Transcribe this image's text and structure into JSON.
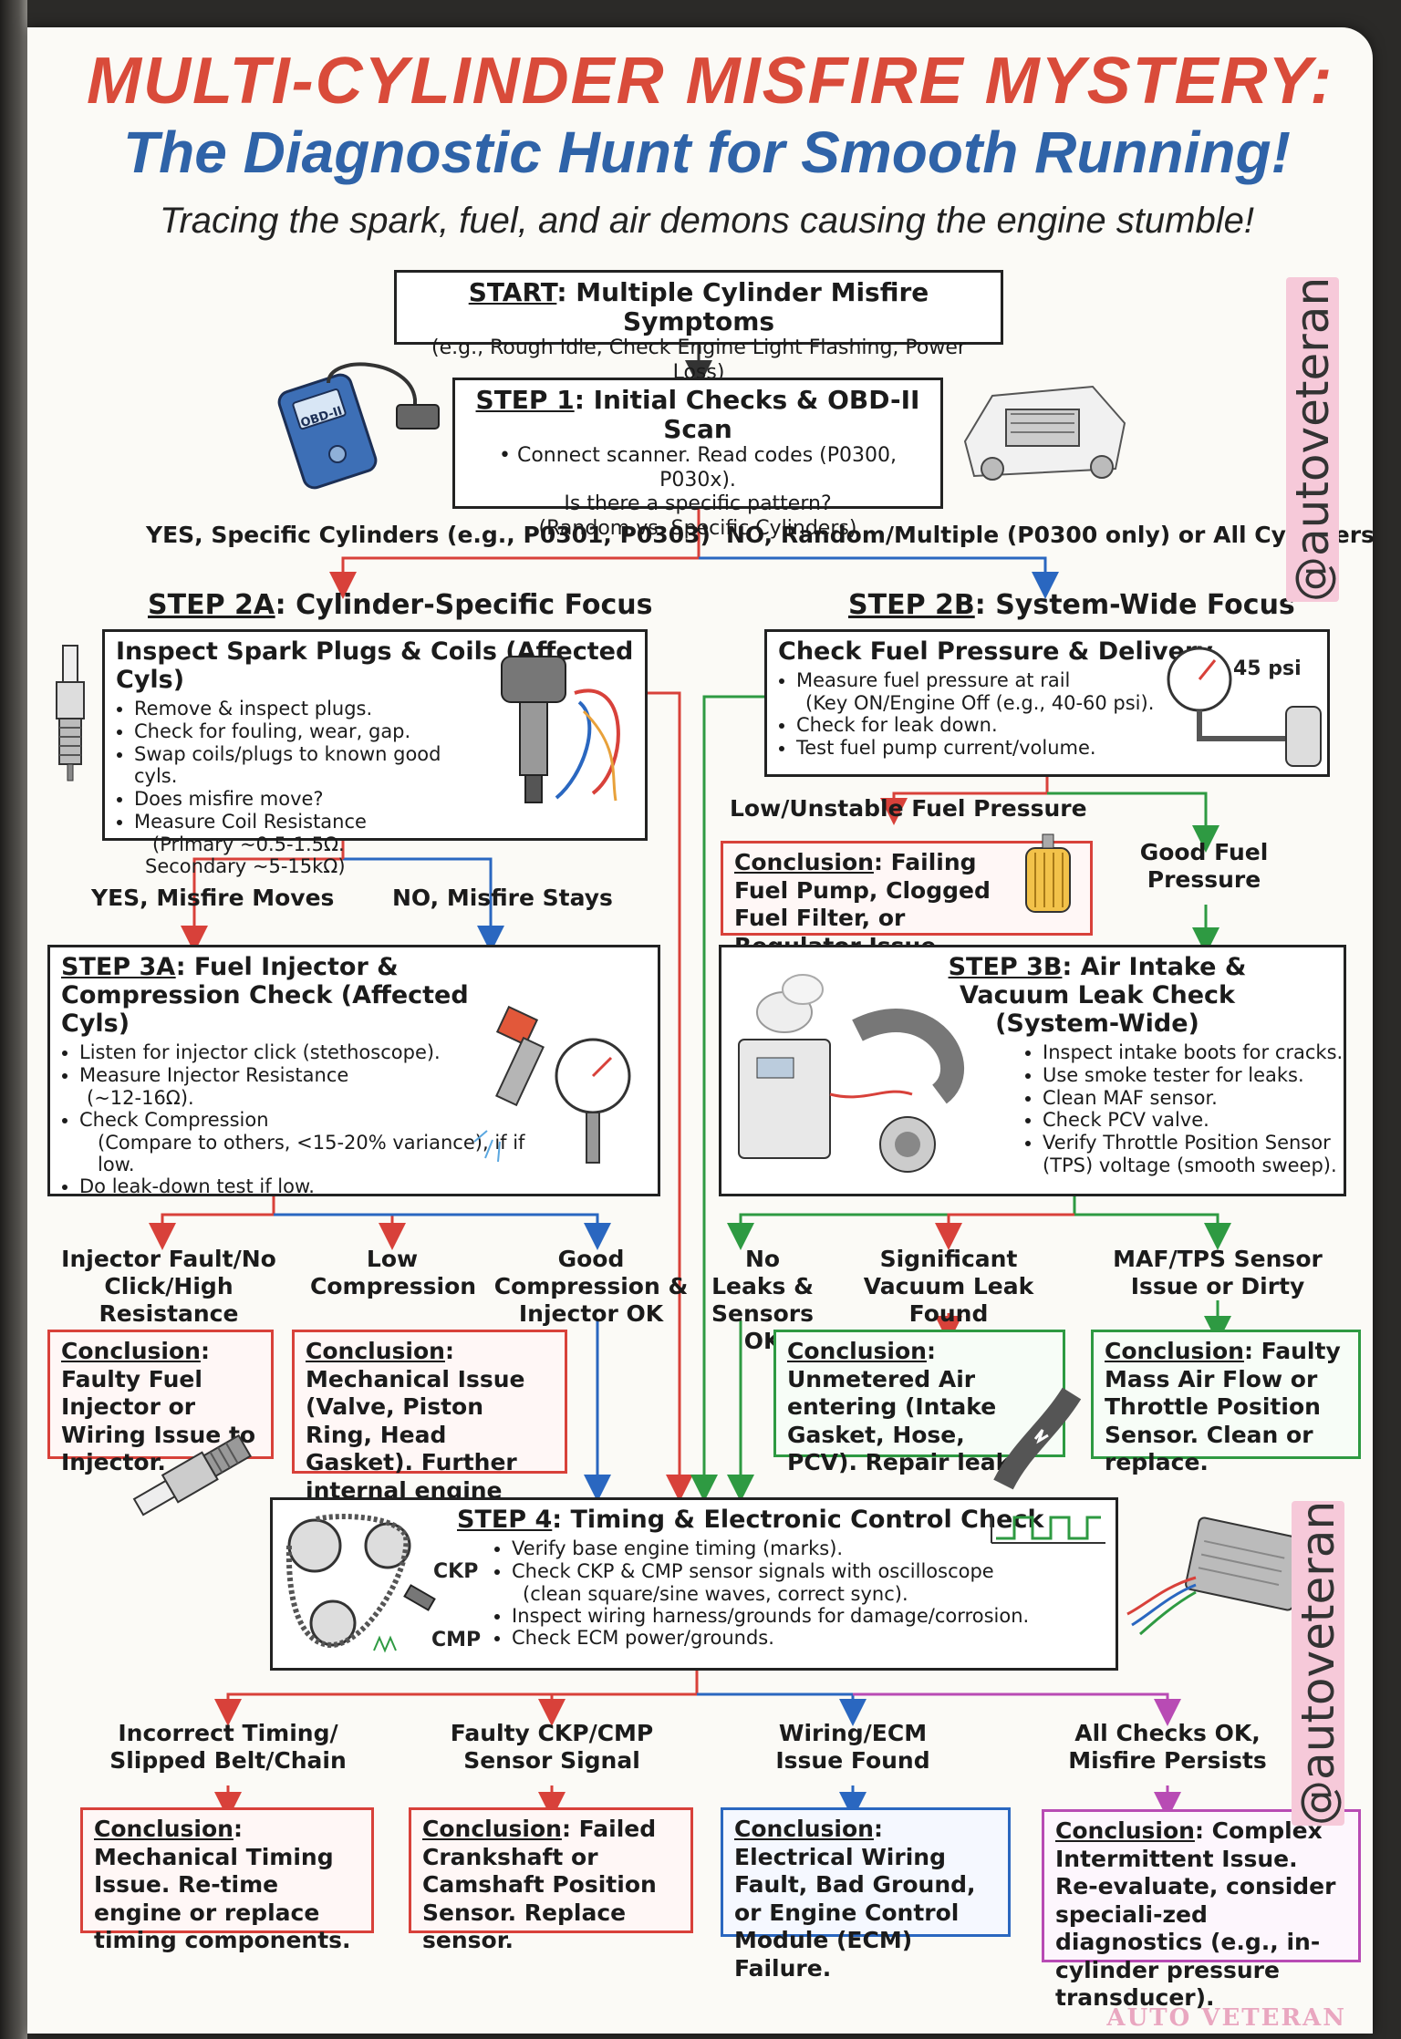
{
  "title": {
    "line1": "MULTI-CYLINDER MISFIRE MYSTERY:",
    "line2": "The Diagnostic Hunt for Smooth Running!",
    "subtitle": "Tracing the spark, fuel, and air demons causing the engine stumble!"
  },
  "start": {
    "head": "START",
    "title": ": Multiple Cylinder Misfire Symptoms",
    "detail": "(e.g., Rough Idle, Check Engine Light Flashing, Power Loss)"
  },
  "step1": {
    "head": "STEP 1",
    "title": ": Initial Checks & OBD-II Scan",
    "line1": "• Connect scanner. Read codes (P0300, P030x).",
    "line2": "Is there a specific pattern?",
    "line3": "(Random vs. Specific Cylinders)",
    "scanner_label": "OBD-II"
  },
  "branch1": {
    "yes": "YES, Specific Cylinders (e.g., P0301, P0303)",
    "no": "NO, Random/Multiple (P0300 only) or All Cylinders"
  },
  "step2a": {
    "head": "STEP 2A",
    "title": ": Cylinder-Specific Focus",
    "box_title": "Inspect Spark Plugs & Coils (Affected Cyls)",
    "items": [
      "Remove & inspect plugs.",
      "Check for fouling, wear, gap.",
      "Swap coils/plugs to known good cyls.",
      "Does misfire move?",
      "Measure Coil Resistance"
    ],
    "resist1": "(Primary ~0.5-1.5Ω.",
    "resist2": "Secondary ~5-15kΩ)"
  },
  "step2b": {
    "head": "STEP 2B",
    "title": ": System-Wide Focus",
    "box_title": "Check Fuel Pressure & Delivery",
    "items": [
      "Measure fuel pressure at rail",
      "Check for leak down.",
      "Test fuel pump current/volume."
    ],
    "item1_sub": "(Key ON/Engine Off  (e.g., 40-60 psi).",
    "gauge_label": "45 psi"
  },
  "fuel": {
    "low_label": "Low/Unstable Fuel Pressure",
    "good_label": "Good Fuel Pressure",
    "concl_head": "Conclusion",
    "concl_text": ": Failing Fuel Pump, Clogged Fuel Filter, or Regulator Issue."
  },
  "branch2a": {
    "yes": "YES, Misfire Moves",
    "no": "NO, Misfire Stays"
  },
  "step3a": {
    "head": "STEP 3A",
    "title": ": Fuel Injector & Compression Check (Affected Cyls)",
    "items": [
      "Listen for injector click (stethoscope).",
      "Measure Injector Resistance",
      "Check Compression",
      "Do leak-down test if low."
    ],
    "item2_sub": "(~12-16Ω).",
    "item3_sub": "(Compare to others, <15-20% variance), if if low."
  },
  "step3b": {
    "head": "STEP 3B",
    "title": ": Air Intake & Vacuum Leak Check (System-Wide)",
    "items": [
      "Inspect intake boots for cracks.",
      "Use smoke tester for leaks.",
      "Clean MAF sensor.",
      "Check PCV valve.",
      "Verify Throttle Position Sensor (TPS) voltage (smooth sweep)."
    ]
  },
  "branch3a": {
    "fault": "Injector Fault/No Click/High Resistance",
    "lowcomp": "Low Compression",
    "good": "Good Compression & Injector OK"
  },
  "branch3b": {
    "noleaks": "No Leaks & Sensors OK",
    "vacuum": "Significant Vacuum Leak Found",
    "maf": "MAF/TPS Sensor Issue or Dirty"
  },
  "concl3": {
    "head": "Conclusion",
    "injector": ": Faulty Fuel Injector or Wiring Issue to Injector.",
    "mechanical": ": Mechanical Issue (Valve, Piston Ring, Head Gasket). Further internal engine diagnosis needed.",
    "unmetered": ": Unmetered Air entering (Intake Gasket, Hose, PCV). Repair leak.",
    "sensor": ": Faulty Mass Air Flow or Throttle Position Sensor. Clean or replace."
  },
  "step4": {
    "head": "STEP 4",
    "title": ": Timing & Electronic Control Check",
    "items": [
      "Verify base engine timing (marks).",
      "Check CKP & CMP sensor signals with oscilloscope",
      "Inspect wiring harness/grounds for damage/corrosion.",
      "Check ECM power/grounds."
    ],
    "item2_sub": "(clean square/sine waves, correct sync).",
    "ckp": "CKP",
    "cmp": "CMP"
  },
  "branch4": {
    "timing": "Incorrect Timing/ Slipped Belt/Chain",
    "sensor": "Faulty CKP/CMP Sensor Signal",
    "wiring": "Wiring/ECM Issue Found",
    "allok": "All Checks OK, Misfire Persists"
  },
  "concl4": {
    "head": "Conclusion",
    "timing": ": Mechanical Timing Issue. Re-time engine or replace timing components.",
    "sensor": ": Failed Crankshaft or Camshaft Position Sensor. Replace sensor.",
    "wiring": ": Electrical Wiring Fault, Bad Ground, or Engine Control Module (ECM) Failure.",
    "complex": ": Complex Intermittent Issue. Re-evaluate, consider speciali-zed diagnostics (e.g., in-cylinder pressure transducer)."
  },
  "handle": "@autoveteran",
  "footer": "AUTO VETERAN",
  "colors": {
    "red": "#d8413a",
    "blue": "#2a67c0",
    "green": "#2e9a42",
    "purple": "#b84bb4",
    "title_red": "#d94b3a",
    "title_blue": "#2f63a8"
  }
}
